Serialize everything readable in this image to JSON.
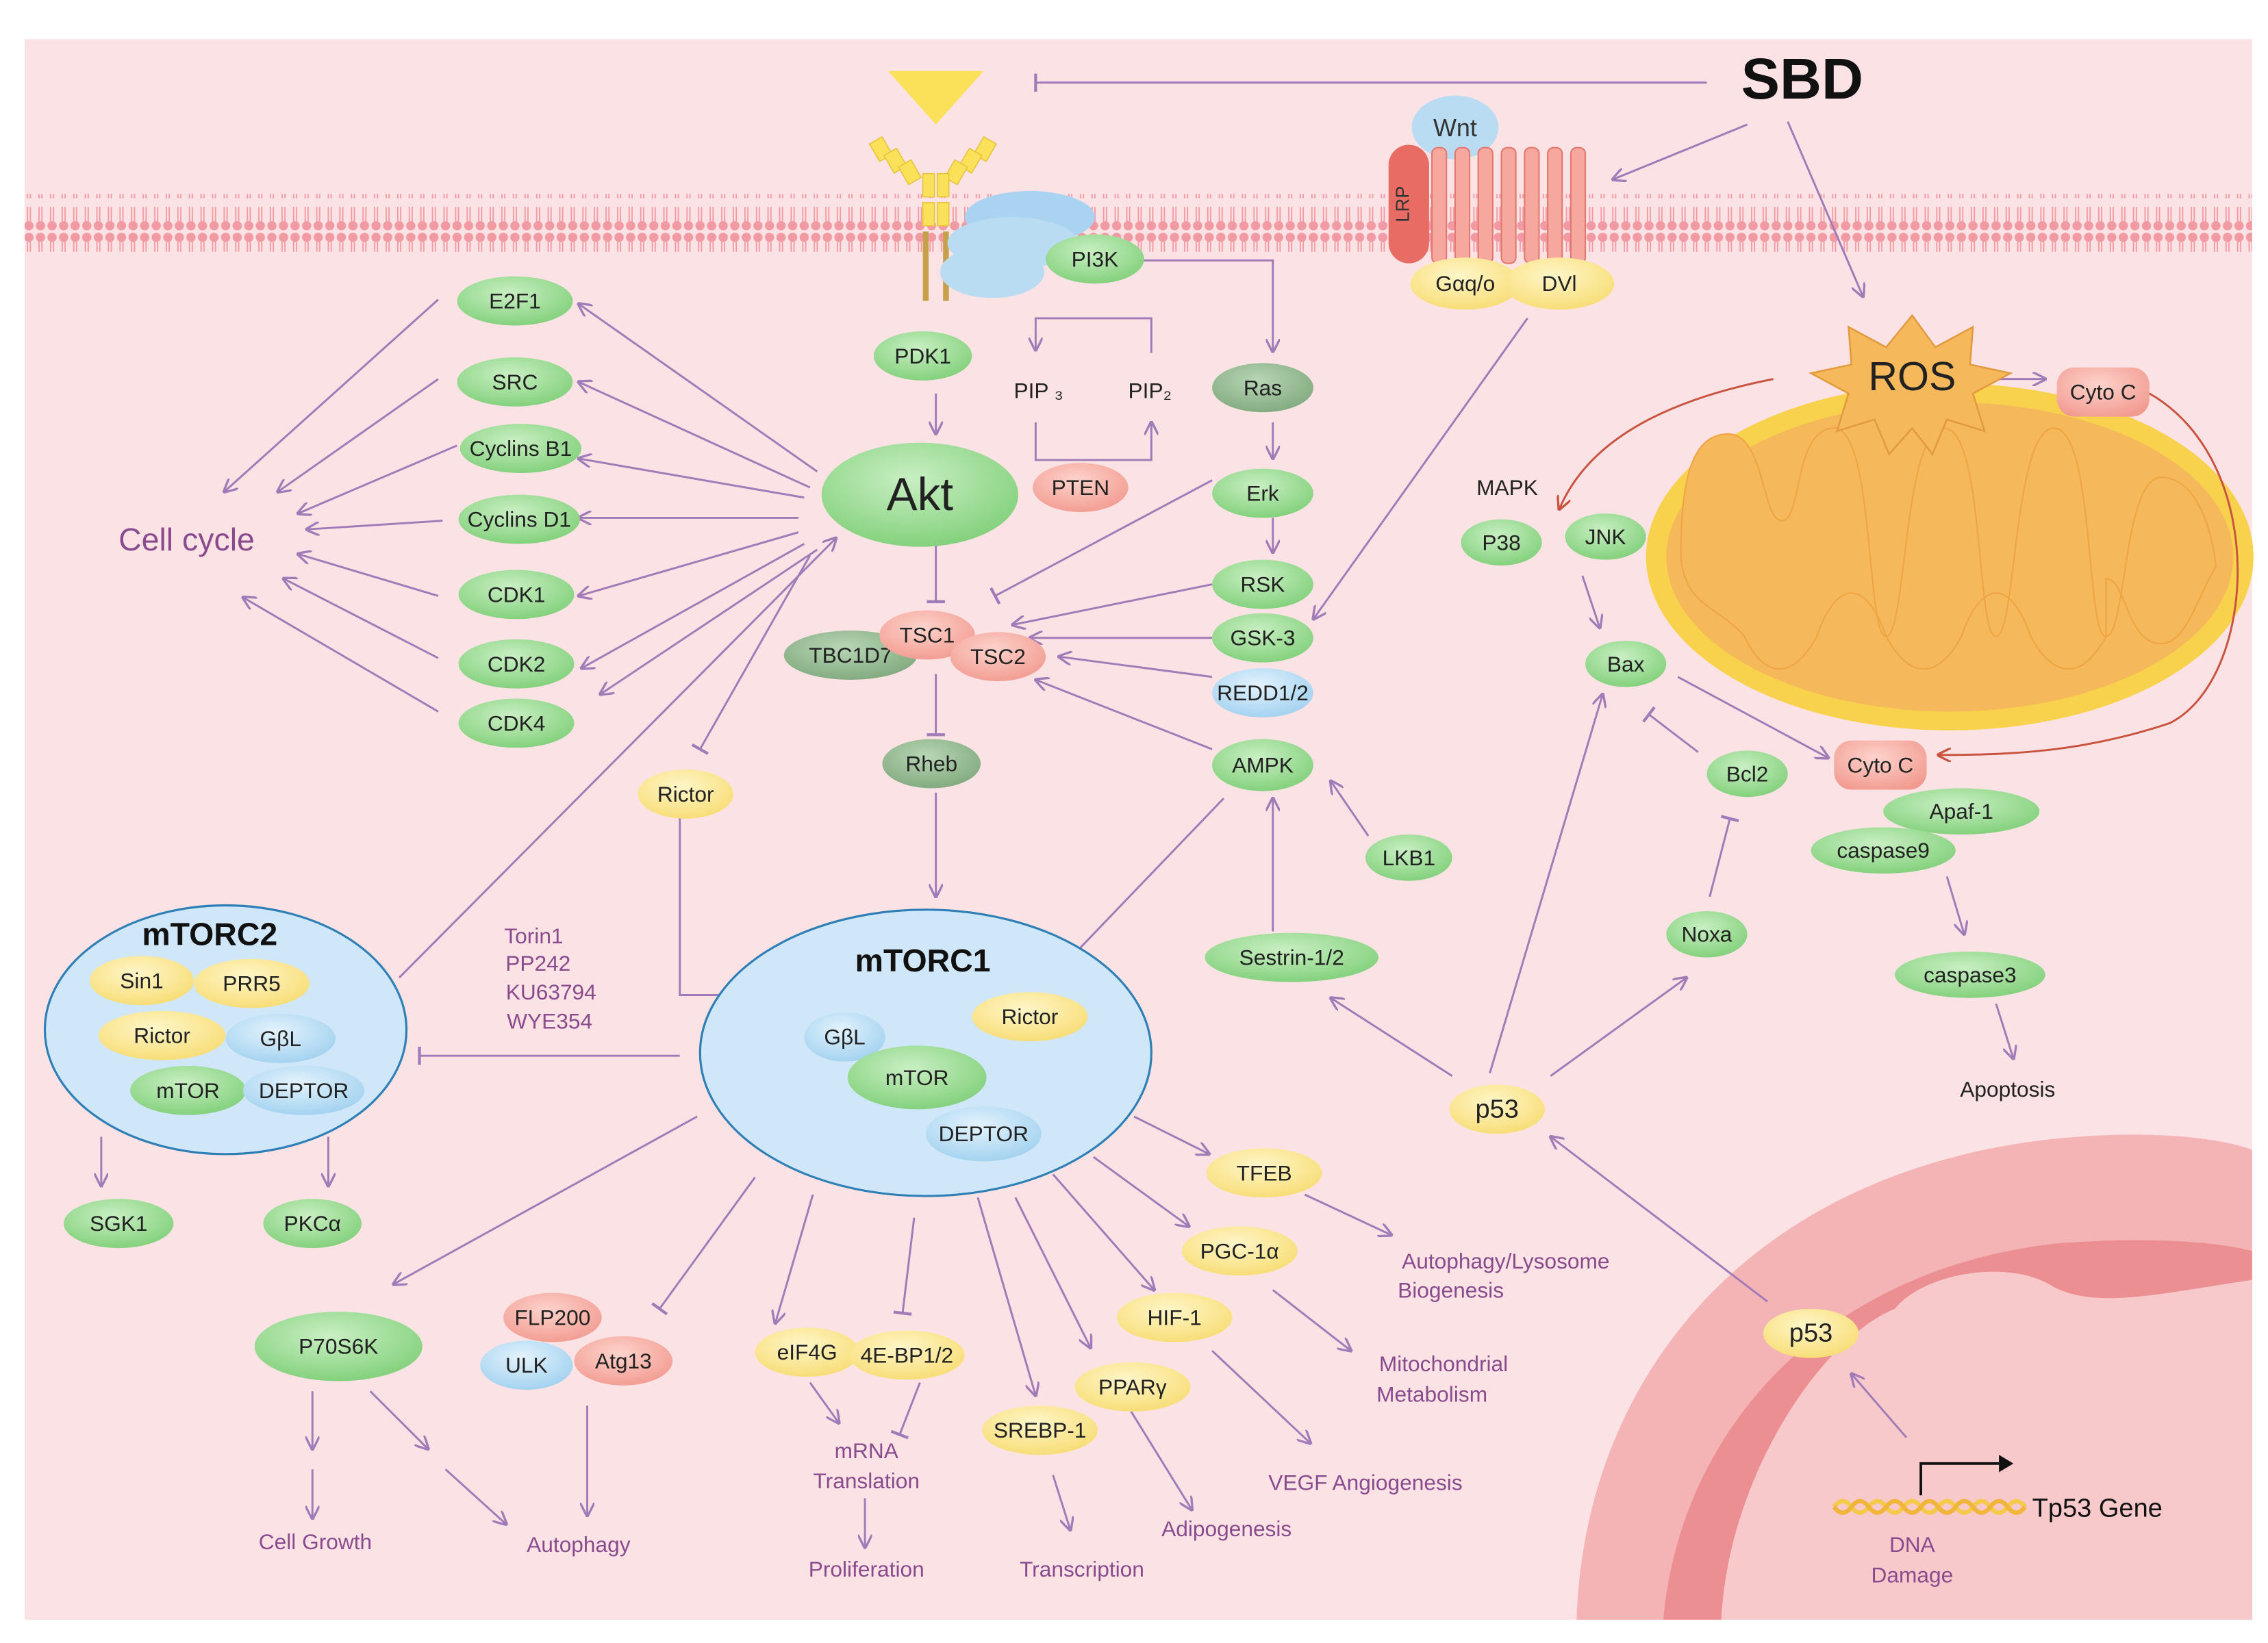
{
  "title": "SBD",
  "colors": {
    "background": "#fbe3e5",
    "arrow": "#a07bb8",
    "red_arrow": "#c9533e",
    "green": "#8fd48a",
    "dark_green": "#8fb38d",
    "yellow": "#fbe88f",
    "salmon": "#f6a79e",
    "blue": "#b9dcf3",
    "purple_text": "#8a4b8e"
  },
  "membrane": {
    "wnt": "Wnt",
    "lrp": "LRP",
    "gaq": "Gαq/o",
    "dvl": "DVl"
  },
  "nodes": {
    "pi3k": "PI3K",
    "pdk1": "PDK1",
    "pip3": "PIP ₃",
    "pip2": "PIP₂",
    "pten": "PTEN",
    "ras": "Ras",
    "erk": "Erk",
    "rsk": "RSK",
    "gsk3": "GSK-3",
    "redd": "REDD1/2",
    "ampk": "AMPK",
    "lkb1": "LKB1",
    "sestrin": "Sestrin-1/2",
    "akt": "Akt",
    "tsc1": "TSC1",
    "tsc2": "TSC2",
    "tbc1d7": "TBC1D7",
    "rheb": "Rheb",
    "rictor_mid": "Rictor",
    "e2f1": "E2F1",
    "src": "SRC",
    "cyclins_b1": "Cyclins B1",
    "cyclins_d1": "Cyclins D1",
    "cdk1": "CDK1",
    "cdk2": "CDK2",
    "cdk4": "CDK4",
    "cell_cycle": "Cell cycle",
    "ros": "ROS",
    "cytoc_top": "Cyto C",
    "cytoc_mid": "Cyto C",
    "mapk": "MAPK",
    "p38": "P38",
    "jnk": "JNK",
    "bax": "Bax",
    "bcl2": "Bcl2",
    "noxa": "Noxa",
    "apaf1": "Apaf-1",
    "caspase9": "caspase9",
    "caspase3": "caspase3",
    "apoptosis": "Apoptosis",
    "p53_mid": "p53",
    "p53_nuc": "p53",
    "tp53": "Tp53 Gene",
    "dna_damage_1": "DNA",
    "dna_damage_2": "Damage",
    "inhibitors": [
      "Torin1",
      "PP242",
      "KU63794",
      "WYE354"
    ],
    "sgk1": "SGK1",
    "pkca": "PKCα",
    "p70s6k": "P70S6K",
    "cell_growth": "Cell Growth",
    "autophagy_1": "Autophagy",
    "flp200": "FLP200",
    "ulk": "ULK",
    "atg13": "Atg13",
    "autophagy_2": "Autophagy",
    "eif4g": "eIF4G",
    "ebp": "4E-BP1/2",
    "mrna_1": "mRNA",
    "mrna_2": "Translation",
    "proliferation": "Proliferation",
    "srebp": "SREBP-1",
    "transcription": "Transcription",
    "ppar": "PPARγ",
    "adipogenesis": "Adipogenesis",
    "hif1": "HIF-1",
    "vegf": "VEGF Angiogenesis",
    "pgc": "PGC-1α",
    "mito_1": "Mitochondrial",
    "mito_2": "Metabolism",
    "tfeb": "TFEB",
    "autolys_1": "Autophagy/Lysosome",
    "autolys_2": "Biogenesis"
  },
  "mtorc2": {
    "title": "mTORC2",
    "sin1": "Sin1",
    "prr5": "PRR5",
    "rictor": "Rictor",
    "gbl": "GβL",
    "mtor": "mTOR",
    "deptor": "DEPTOR"
  },
  "mtorc1": {
    "title": "mTORC1",
    "rictor": "Rictor",
    "gbl": "GβL",
    "mtor": "mTOR",
    "deptor": "DEPTOR"
  }
}
